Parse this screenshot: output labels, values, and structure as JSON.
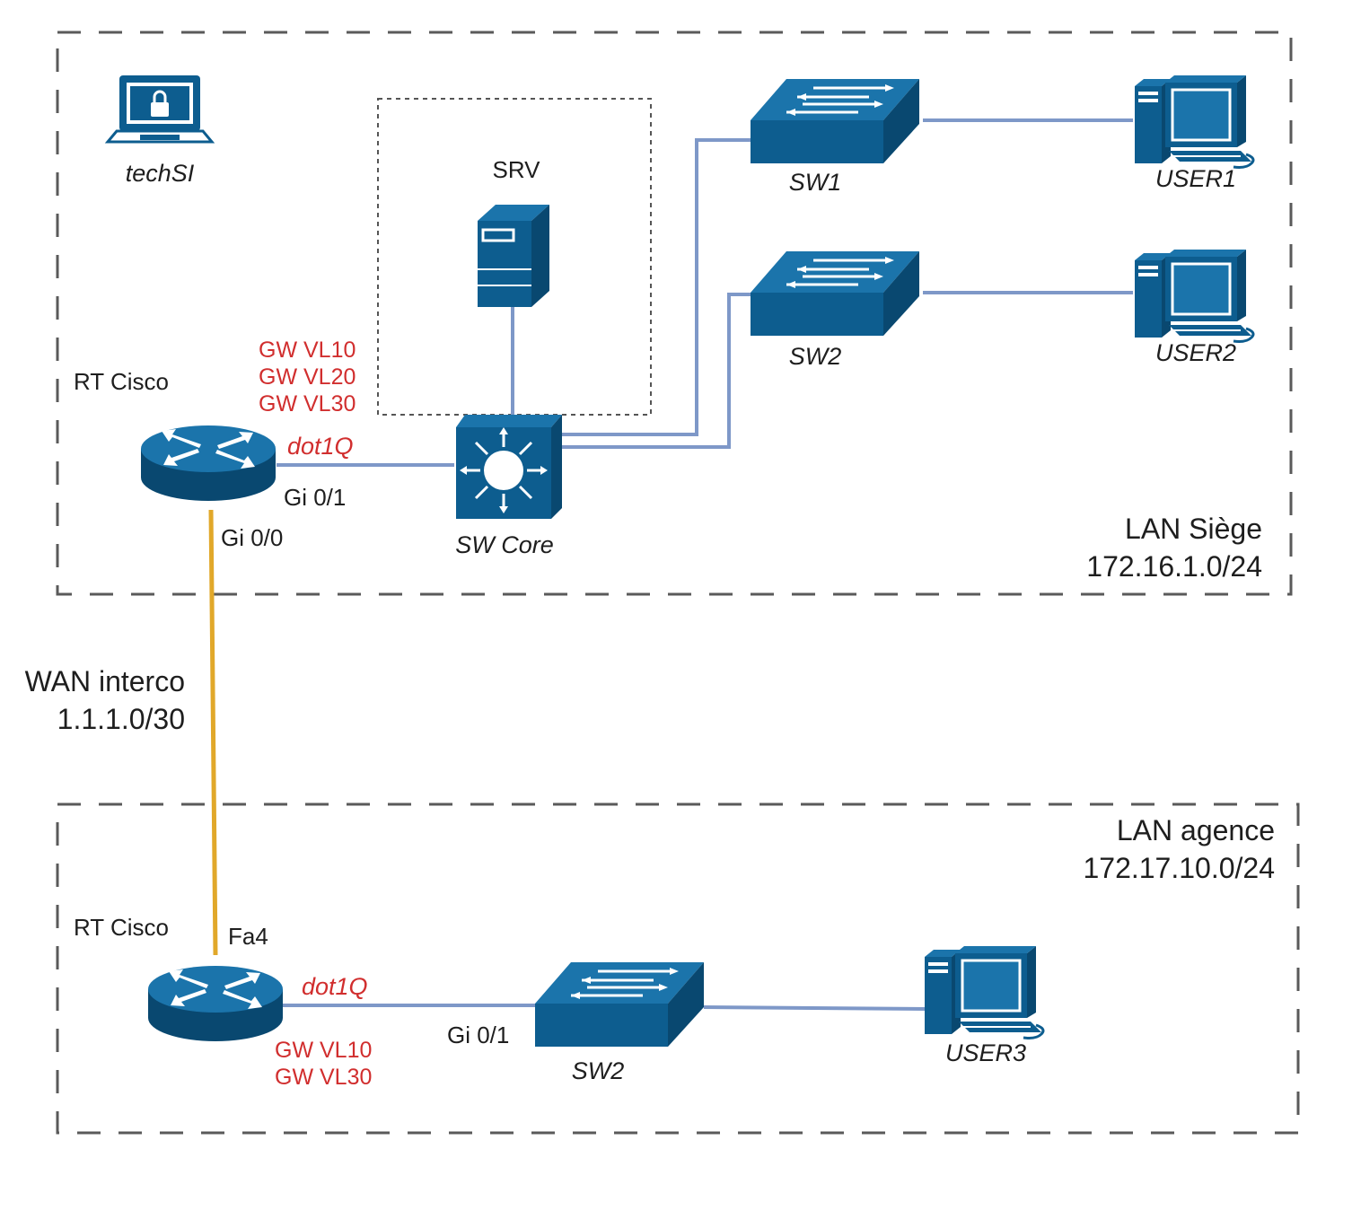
{
  "colors": {
    "device_blue": "#0d5d8f",
    "device_dark": "#094870",
    "device_light": "#1b74ab",
    "link_lan": "#7e98c8",
    "link_wan": "#e1a82a",
    "gateway_text": "#d12e2e"
  },
  "zones": {
    "siege": {
      "name": "LAN Siège",
      "subnet": "172.16.1.0/24"
    },
    "agence": {
      "name": "LAN agence",
      "subnet": "172.17.10.0/24"
    }
  },
  "wan": {
    "name": "WAN interco",
    "subnet": "1.1.1.0/30"
  },
  "devices": {
    "techsi": {
      "label": "techSI",
      "icon": "laptop-lock-icon"
    },
    "srv": {
      "label": "SRV",
      "icon": "server-icon"
    },
    "sw1": {
      "label": "SW1",
      "icon": "switch-icon"
    },
    "sw2_siege": {
      "label": "SW2",
      "icon": "switch-icon"
    },
    "user1": {
      "label": "USER1",
      "icon": "workstation-icon"
    },
    "user2": {
      "label": "USER2",
      "icon": "workstation-icon"
    },
    "rt_siege": {
      "label": "RT Cisco",
      "icon": "router-icon"
    },
    "sw_core": {
      "label": "SW Core",
      "icon": "multilayer-switch-icon"
    },
    "rt_agence": {
      "label": "RT Cisco",
      "icon": "router-icon"
    },
    "sw2_agence": {
      "label": "SW2",
      "icon": "switch-icon"
    },
    "user3": {
      "label": "USER3",
      "icon": "workstation-icon"
    }
  },
  "ports": {
    "rt_siege_lan": "Gi 0/1",
    "rt_siege_wan": "Gi 0/0",
    "rt_agence_wan": "Fa4",
    "rt_agence_lan": "Gi 0/1"
  },
  "trunks": {
    "siege": "dot1Q",
    "agence": "dot1Q"
  },
  "gateways": {
    "siege": [
      "GW VL10",
      "GW VL20",
      "GW VL30"
    ],
    "agence": [
      "GW VL10",
      "GW VL30"
    ]
  }
}
